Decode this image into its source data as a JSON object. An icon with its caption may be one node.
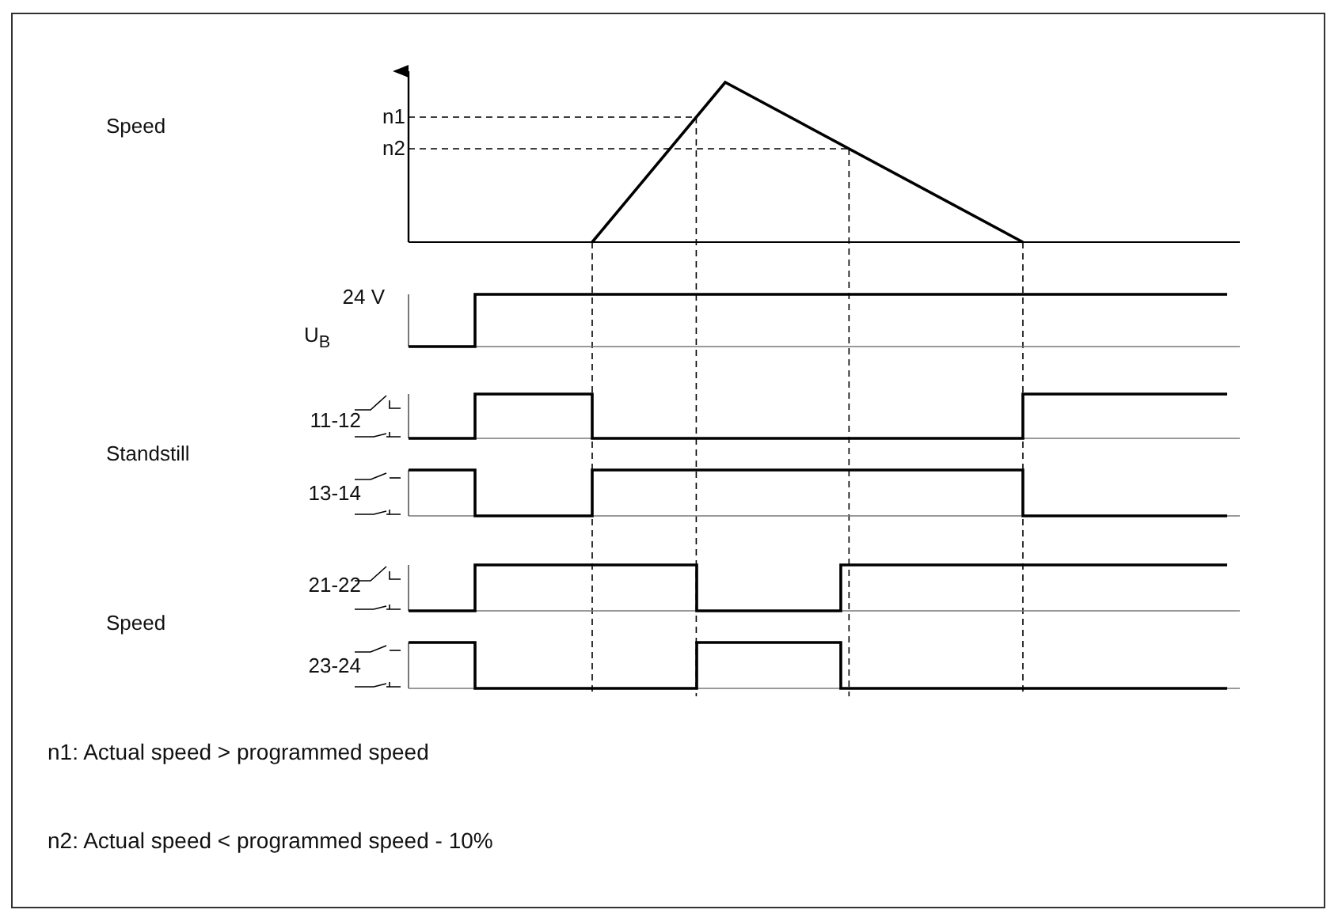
{
  "diagram": {
    "labels": [
      "Speed",
      "n1",
      "n2",
      "24 V",
      "U$_{B}$",
      "11-12",
      "Standstill",
      "13-14",
      "21-22",
      "Speed",
      "23-24",
      "n1:  Actual speed > programmed speed",
      "n2:  Actual speed < programmed speed - 10%"
    ]
  }
}
